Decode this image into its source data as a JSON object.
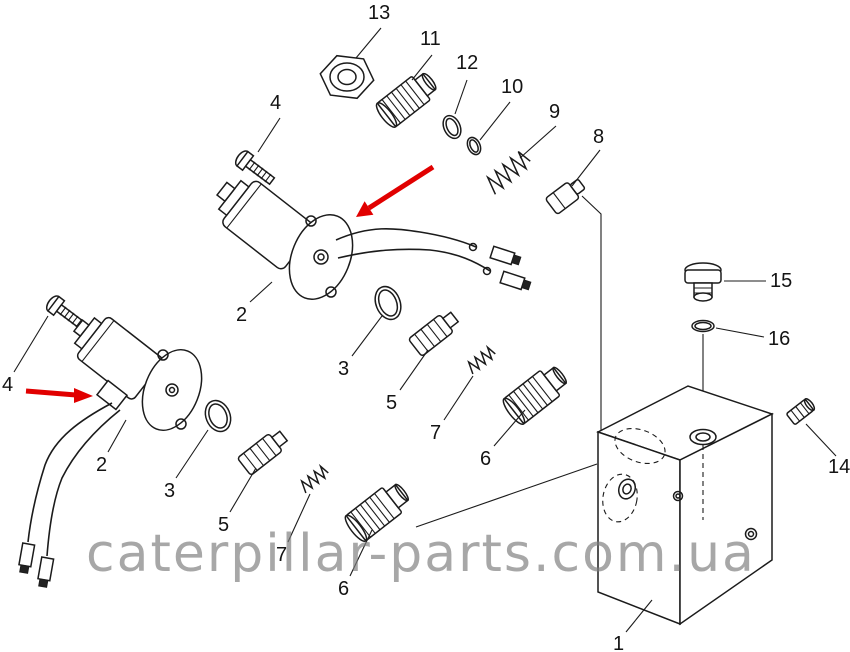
{
  "watermark": {
    "text": "caterpillar-parts.com.ua"
  },
  "colors": {
    "line": "#1b1b1b",
    "arrow_red": "#e10000",
    "watermark_gray": "#7d7d7d"
  },
  "callouts": [
    {
      "text": "13"
    },
    {
      "text": "11"
    },
    {
      "text": "12"
    },
    {
      "text": "10"
    },
    {
      "text": "9"
    },
    {
      "text": "8"
    },
    {
      "text": "4"
    },
    {
      "text": "2"
    },
    {
      "text": "3"
    },
    {
      "text": "5"
    },
    {
      "text": "7"
    },
    {
      "text": "6"
    },
    {
      "text": "15"
    },
    {
      "text": "16"
    },
    {
      "text": "14"
    },
    {
      "text": "1"
    },
    {
      "text": "4"
    },
    {
      "text": "2"
    },
    {
      "text": "3"
    },
    {
      "text": "5"
    },
    {
      "text": "7"
    },
    {
      "text": "6"
    }
  ]
}
